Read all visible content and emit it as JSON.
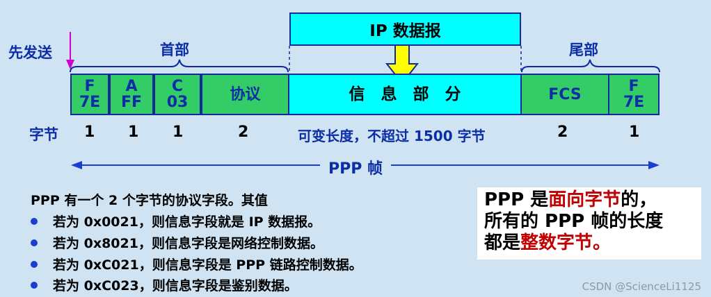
{
  "send_first_label": "先发送",
  "header_label": "首部",
  "trailer_label": "尾部",
  "ip_datagram_label": "IP 数据报",
  "fields": [
    {
      "line1": "F",
      "line2": "7E"
    },
    {
      "line1": "A",
      "line2": "FF"
    },
    {
      "line1": "C",
      "line2": "03"
    },
    {
      "line1": "协议",
      "line2": ""
    },
    {
      "line1": "信　息　部　分",
      "line2": ""
    },
    {
      "line1": "FCS",
      "line2": ""
    },
    {
      "line1": "F",
      "line2": "7E"
    }
  ],
  "bytes_label": "字节",
  "byte_counts": [
    "1",
    "1",
    "1",
    "2",
    "可变长度，不超过 1500 字节",
    "2",
    "1"
  ],
  "frame_label": "PPP 帧",
  "protocol_intro": "PPP 有一个 2 个字节的协议字段。其值",
  "bullets": [
    "若为 0x0021，则信息字段就是 IP 数据报。",
    "若为 0x8021，则信息字段是网络控制数据。",
    "若为 0xC021，则信息字段是 PPP 链路控制数据。",
    "若为 0xC023，则信息字段是鉴别数据。"
  ],
  "note": {
    "l1a": "PPP 是",
    "l1b": "面向字节",
    "l1c": "的，",
    "l2": "所有的 PPP 帧的长度",
    "l3a": "都是",
    "l3b": "整数字节。"
  },
  "watermark": "CSDN @ScienceLi1125",
  "colors": {
    "field_green": "#33cc66",
    "info_cyan": "#00ffff",
    "label_blue": "#0b2ea6",
    "highlight_red": "#c00000",
    "arrow_yellow": "#ffff00",
    "send_arrow_magenta": "#d000d0"
  }
}
